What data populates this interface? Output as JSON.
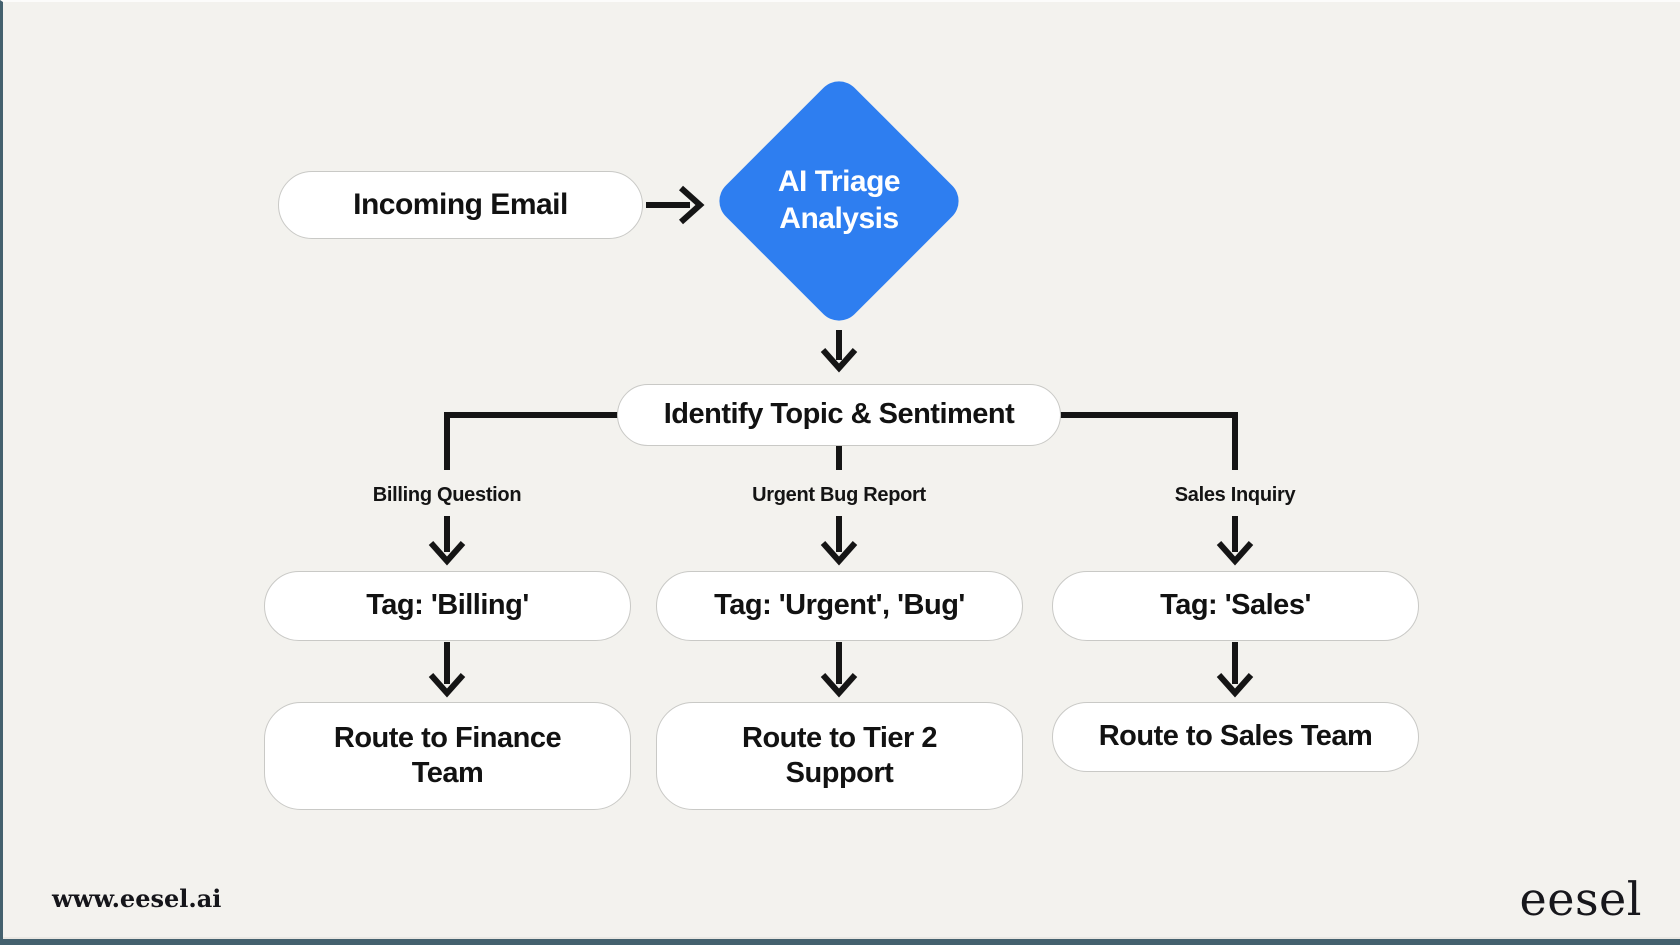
{
  "canvas": {
    "background_color": "#f3f2ee",
    "frame_edge_color": "#44616e",
    "accent_blue": "#2e7ef0",
    "line_color": "#151515",
    "node_fill": "#ffffff",
    "node_border": "#c9c9c6"
  },
  "nodes": {
    "incoming": {
      "label": "Incoming Email"
    },
    "triage": {
      "label": "AI Triage\nAnalysis"
    },
    "identify": {
      "label": "Identify Topic & Sentiment"
    }
  },
  "branches": [
    {
      "condition": "Billing Question",
      "tag": "Tag: 'Billing'",
      "route": "Route to Finance\nTeam"
    },
    {
      "condition": "Urgent Bug Report",
      "tag": "Tag: 'Urgent', 'Bug'",
      "route": "Route to Tier 2\nSupport"
    },
    {
      "condition": "Sales Inquiry",
      "tag": "Tag: 'Sales'",
      "route": "Route to Sales Team"
    }
  ],
  "footer": {
    "website": "www.eesel.ai",
    "logo": "eesel"
  }
}
